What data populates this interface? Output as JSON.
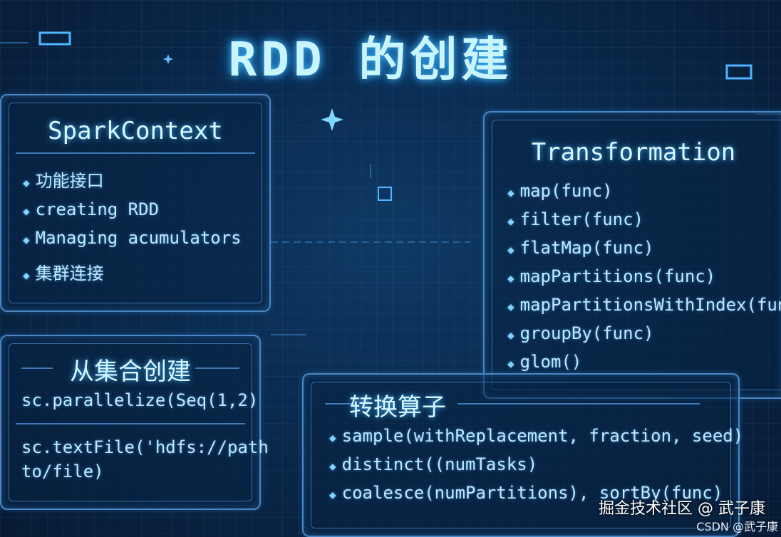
{
  "title": "RDD 的创建",
  "spark_context": {
    "heading": "SparkContext",
    "items": [
      "功能接口",
      "creating RDD",
      "Managing acumulators",
      "集群连接"
    ]
  },
  "from_collection": {
    "heading": "从集合创建",
    "code1": "sc.parallelize(Seq(1,2)",
    "code2_line1": "sc.textFile('hdfs://path",
    "code2_line2": "to/file)"
  },
  "transformation": {
    "heading": "Transformation",
    "items": [
      "map(func)",
      "filter(func)",
      "flatMap(func)",
      "mapPartitions(func)",
      "mapPartitionsWithIndex(func",
      "groupBy(func)",
      "glom()"
    ]
  },
  "operators": {
    "heading": "转换算子",
    "items": [
      "sample(withReplacement, fraction, seed)",
      "distinct((numTasks)",
      "coalesce(numPartitions), sortBy(func)"
    ]
  },
  "watermark": {
    "line1": "掘金技术社区 @ 武子康",
    "line2": "CSDN @武子康"
  },
  "colors": {
    "accent": "#3fb7ff",
    "panel_border": "#4a86c4",
    "background": "#0a2a4e"
  },
  "bullet_icon": "diamond-icon"
}
